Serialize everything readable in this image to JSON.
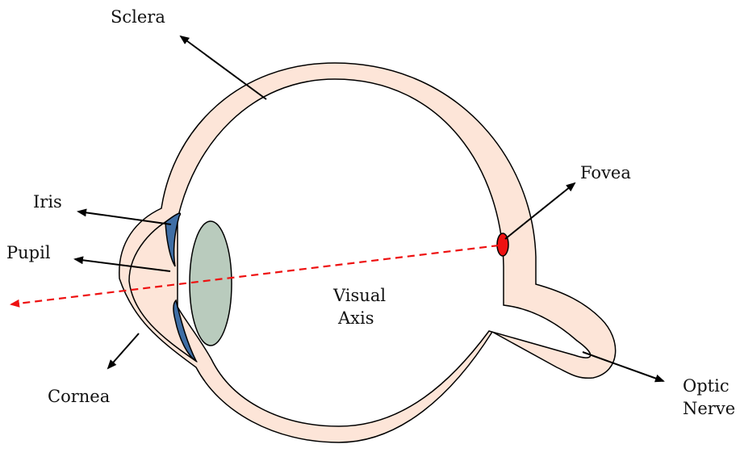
{
  "labels": {
    "sclera": "Sclera",
    "fovea": "Fovea",
    "iris": "Iris",
    "pupil": "Pupil",
    "visual_axis_line1": "Visual",
    "visual_axis_line2": "Axis",
    "cornea": "Cornea",
    "optic_line1": "Optic",
    "optic_line2": "Nerve"
  },
  "colors": {
    "sclera_fill": "#fde5d8",
    "outline": "#000000",
    "iris_fill": "#3f6ea5",
    "lens_fill": "#b9cbbd",
    "fovea_fill": "#ee1111",
    "axis_line": "#ee1111"
  }
}
